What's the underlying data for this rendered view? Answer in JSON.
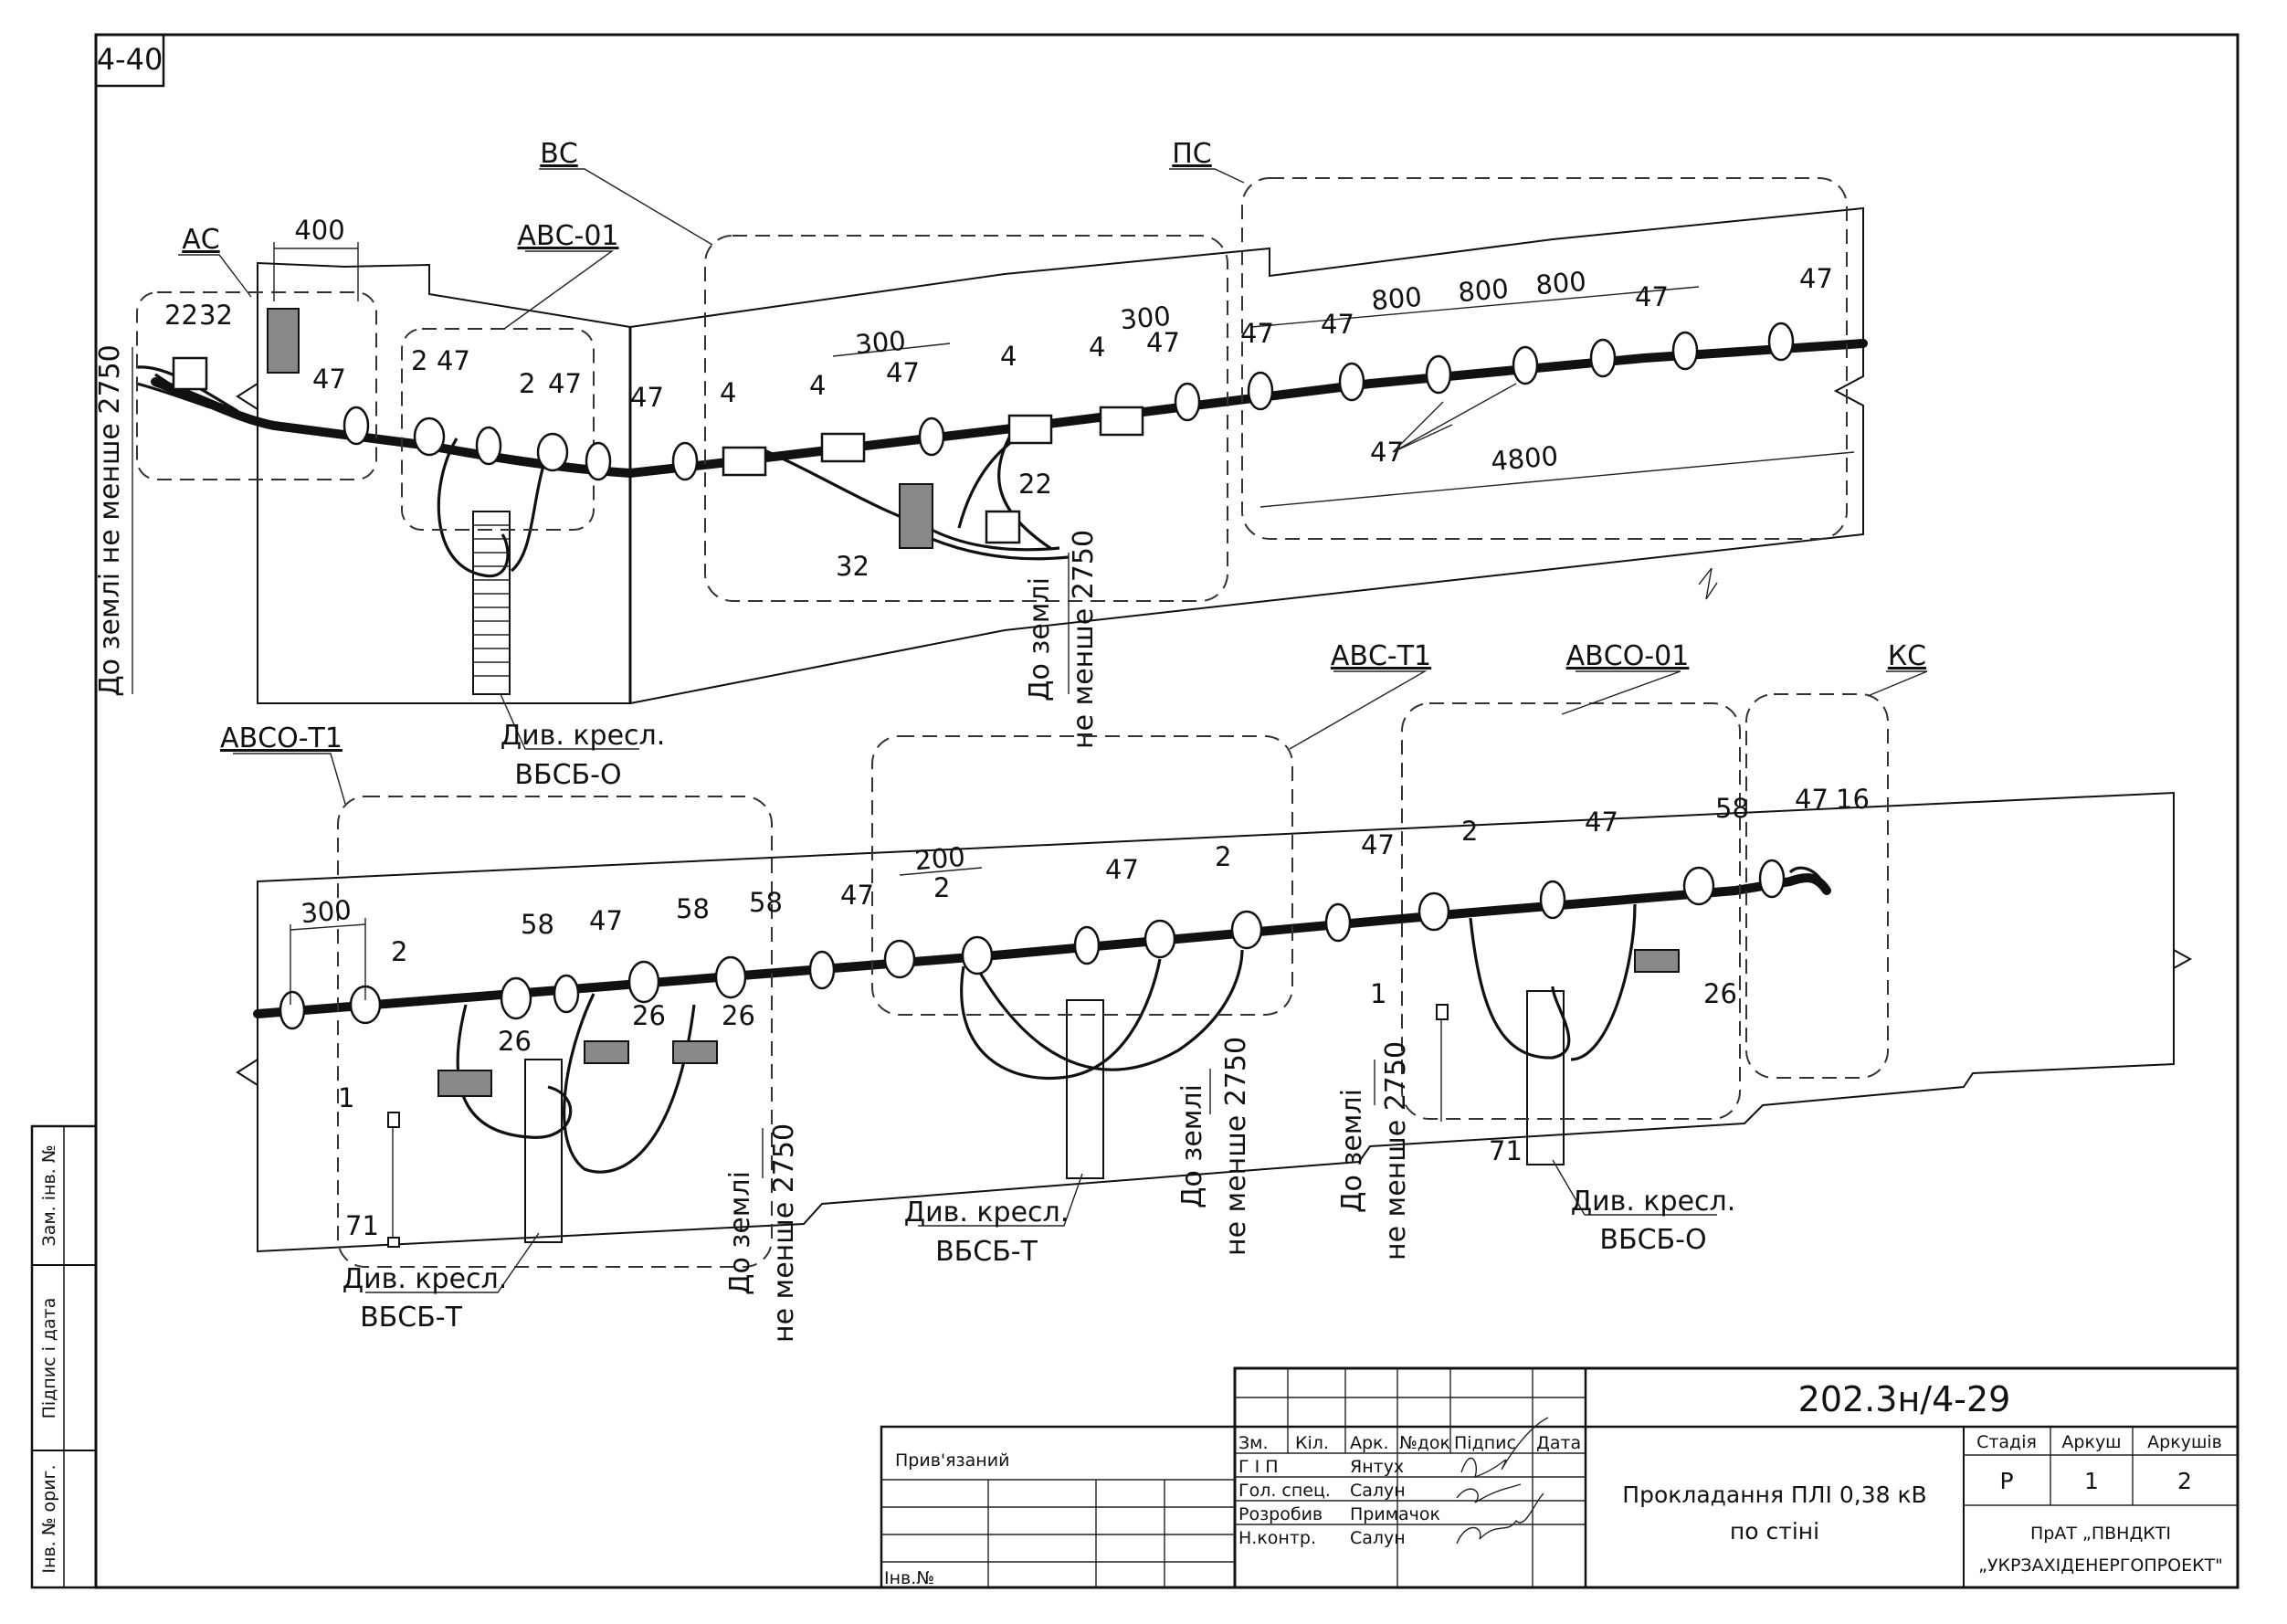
{
  "sheet_code": "4-40",
  "section_labels": {
    "ac": "АС",
    "abc01": "АВС-01",
    "bc": "ВС",
    "pc": "ПС",
    "abct1": "АВС-Т1",
    "abco01": "АВСО-01",
    "kc": "КС",
    "abcot1": "АВСО-Т1"
  },
  "ground_notes": {
    "top_left": "До землі не менше 2750",
    "top_mid_a": "До землі",
    "top_mid_b": "не менше 2750",
    "bot_a1": "До землі",
    "bot_a2": "не менше 2750",
    "bot_b1": "До землі",
    "bot_b2": "не менше 2750",
    "bot_c1": "До землі",
    "bot_c2": "не менше 2750"
  },
  "refs": {
    "see_drawing": "Див. кресл.",
    "vbsb_o": "ВБСБ-О",
    "vbsb_t": "ВБСБ-Т"
  },
  "dimensions": {
    "d400": "400",
    "d300": "300",
    "d800": "800",
    "d4800": "4800",
    "d200": "200"
  },
  "item_numbers": [
    "1",
    "2",
    "4",
    "16",
    "22",
    "26",
    "32",
    "47",
    "58",
    "71"
  ],
  "title_block": {
    "number": "202.3н/4-29",
    "title_line1": "Прокладання ПЛІ 0,38 кВ",
    "title_line2": "по стіні",
    "bound": "Прив'язаний",
    "inv_no": "Інв.№",
    "col_zm": "Зм.",
    "col_kil": "Кіл.",
    "col_ark": "Арк.",
    "col_doc": "№док",
    "col_sign": "Підпис",
    "col_date": "Дата",
    "row1_role": "Г І П",
    "row1_name": "Янтух",
    "row2_role": "Гол. спец.",
    "row2_name": "Салун",
    "row3_role": "Розробив",
    "row3_name": "Примачок",
    "row4_role": "Н.контр.",
    "row4_name": "Салун",
    "stage_h": "Стадія",
    "sheet_h": "Аркуш",
    "sheets_h": "Аркушів",
    "stage": "Р",
    "sheet": "1",
    "sheets": "2",
    "org_line1": "ПрАТ „ПВНДКТІ",
    "org_line2": "„УКРЗАХІДЕНЕРГОПРОЕКТ\""
  },
  "side_stamp": {
    "replace": "Зам. інв. №",
    "sign_date": "Підпис і дата",
    "orig": "Інв. № ориг."
  }
}
